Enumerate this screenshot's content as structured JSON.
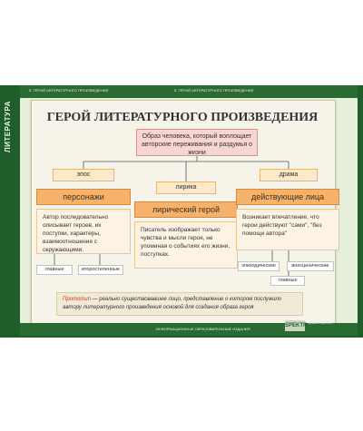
{
  "side_tab": {
    "title": "ЛИТЕРАТУРА",
    "subtitle": "5 КЛАСС"
  },
  "top_bar": {
    "left": "5. ГЕРОЙ ЛИТЕРАТУРНОГО ПРОИЗВЕДЕНИЯ",
    "right": "5. ГЕРОЙ ЛИТЕРАТУРНОГО ПРОИЗВЕДЕНИЯ"
  },
  "title": "ГЕРОЙ ЛИТЕРАТУРНОГО ПРОИЗВЕДЕНИЯ",
  "definition": "Образ человека, который воплощает авторские переживания и раздумья о жизни",
  "columns": [
    {
      "label": "эпос",
      "header": "персонажи",
      "text": "Автор последовательно описывает героев, их поступки, характеры, взаимоотношения с окружающими.",
      "tags": [
        "главные",
        "второстепенные"
      ]
    },
    {
      "label": "лирика",
      "header": "лирический герой",
      "text": "Писатель изображает только чувства и мысли героя, не упоминая о событиях его жизни, поступках.",
      "tags": []
    },
    {
      "label": "драма",
      "header": "действующие лица",
      "text": "Возникает впечатление, что герои действуют \"сами\", \"без помощи автора\"",
      "tags": [
        "эпизодические",
        "внесценические",
        "главные"
      ]
    }
  ],
  "footnote": {
    "term": "Прототип",
    "text": " — реально существовавшее лицо, представление о котором послужило автору литературного произведения основой для создания образа героя"
  },
  "bottom_bar": "ИНФОРМАЦИОННЫЕ ОБРАЗОВАТЕЛЬНЫЕ ИЗДАНИЯ",
  "logo": "SPEKTR",
  "imprint": "Дизайн и верстка ©"
}
